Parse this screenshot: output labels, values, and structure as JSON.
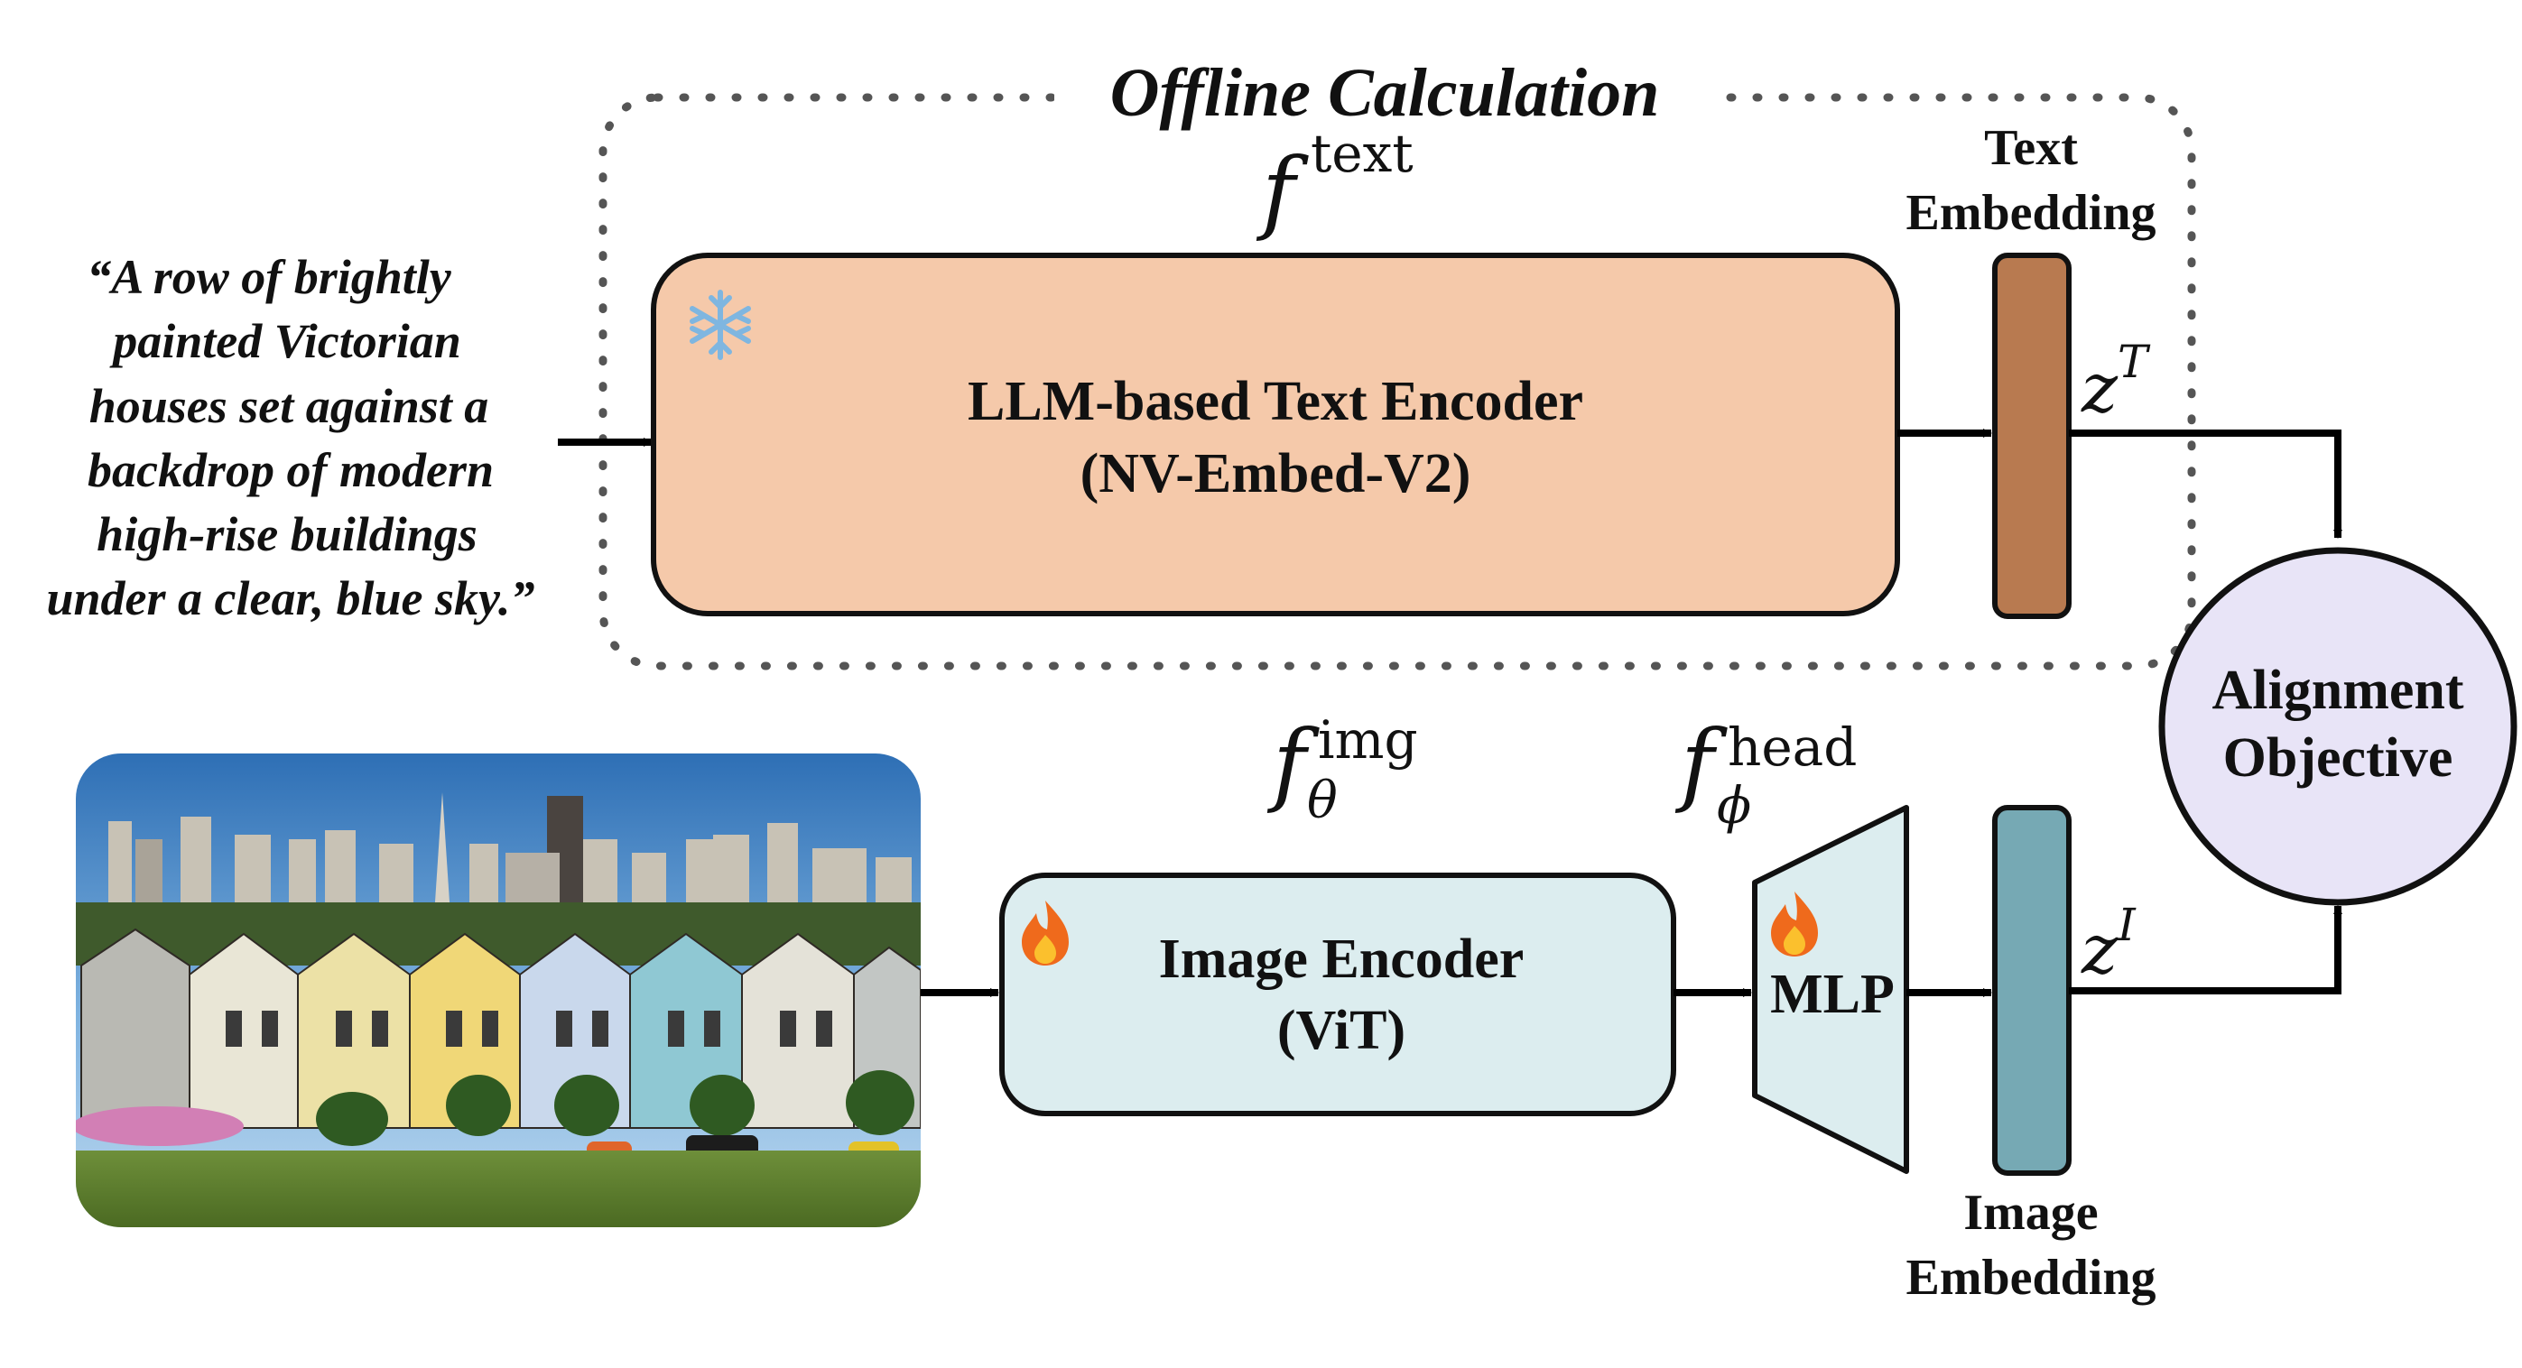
{
  "offline_region": {
    "title": "Offline Calculation"
  },
  "caption": {
    "lines": [
      "“A row of brightly",
      "painted Victorian",
      "houses set against a",
      "backdrop of modern",
      "high-rise buildings",
      "under a clear, blue sky.”"
    ]
  },
  "text_encoder": {
    "title": "LLM-based Text Encoder",
    "subtitle": "(NV-Embed-V2)",
    "status_icon": "snowflake-icon",
    "fill": "#f5c9aa",
    "func_base": "f",
    "func_sup": "text"
  },
  "text_embedding": {
    "label_line1": "Text",
    "label_line2": "Embedding",
    "fill": "#b87a50",
    "z_base": "z",
    "z_sup": "T"
  },
  "image_encoder": {
    "title": "Image Encoder",
    "subtitle": "(ViT)",
    "status_icon": "flame-icon",
    "fill": "#dcedef",
    "func_base": "f",
    "func_sub": "θ",
    "func_sup": "img"
  },
  "mlp_head": {
    "label": "MLP",
    "status_icon": "flame-icon",
    "fill": "#dcedef",
    "func_base": "f",
    "func_sub": "ϕ",
    "func_sup": "head"
  },
  "image_embedding": {
    "label_line1": "Image",
    "label_line2": "Embedding",
    "fill": "#76a9b4",
    "z_base": "z",
    "z_sup": "I"
  },
  "alignment": {
    "line1": "Alignment",
    "line2": "Objective",
    "fill": "#e8e4f7"
  },
  "photo": {
    "subject": "painted-ladies-victorian-houses-photo"
  }
}
